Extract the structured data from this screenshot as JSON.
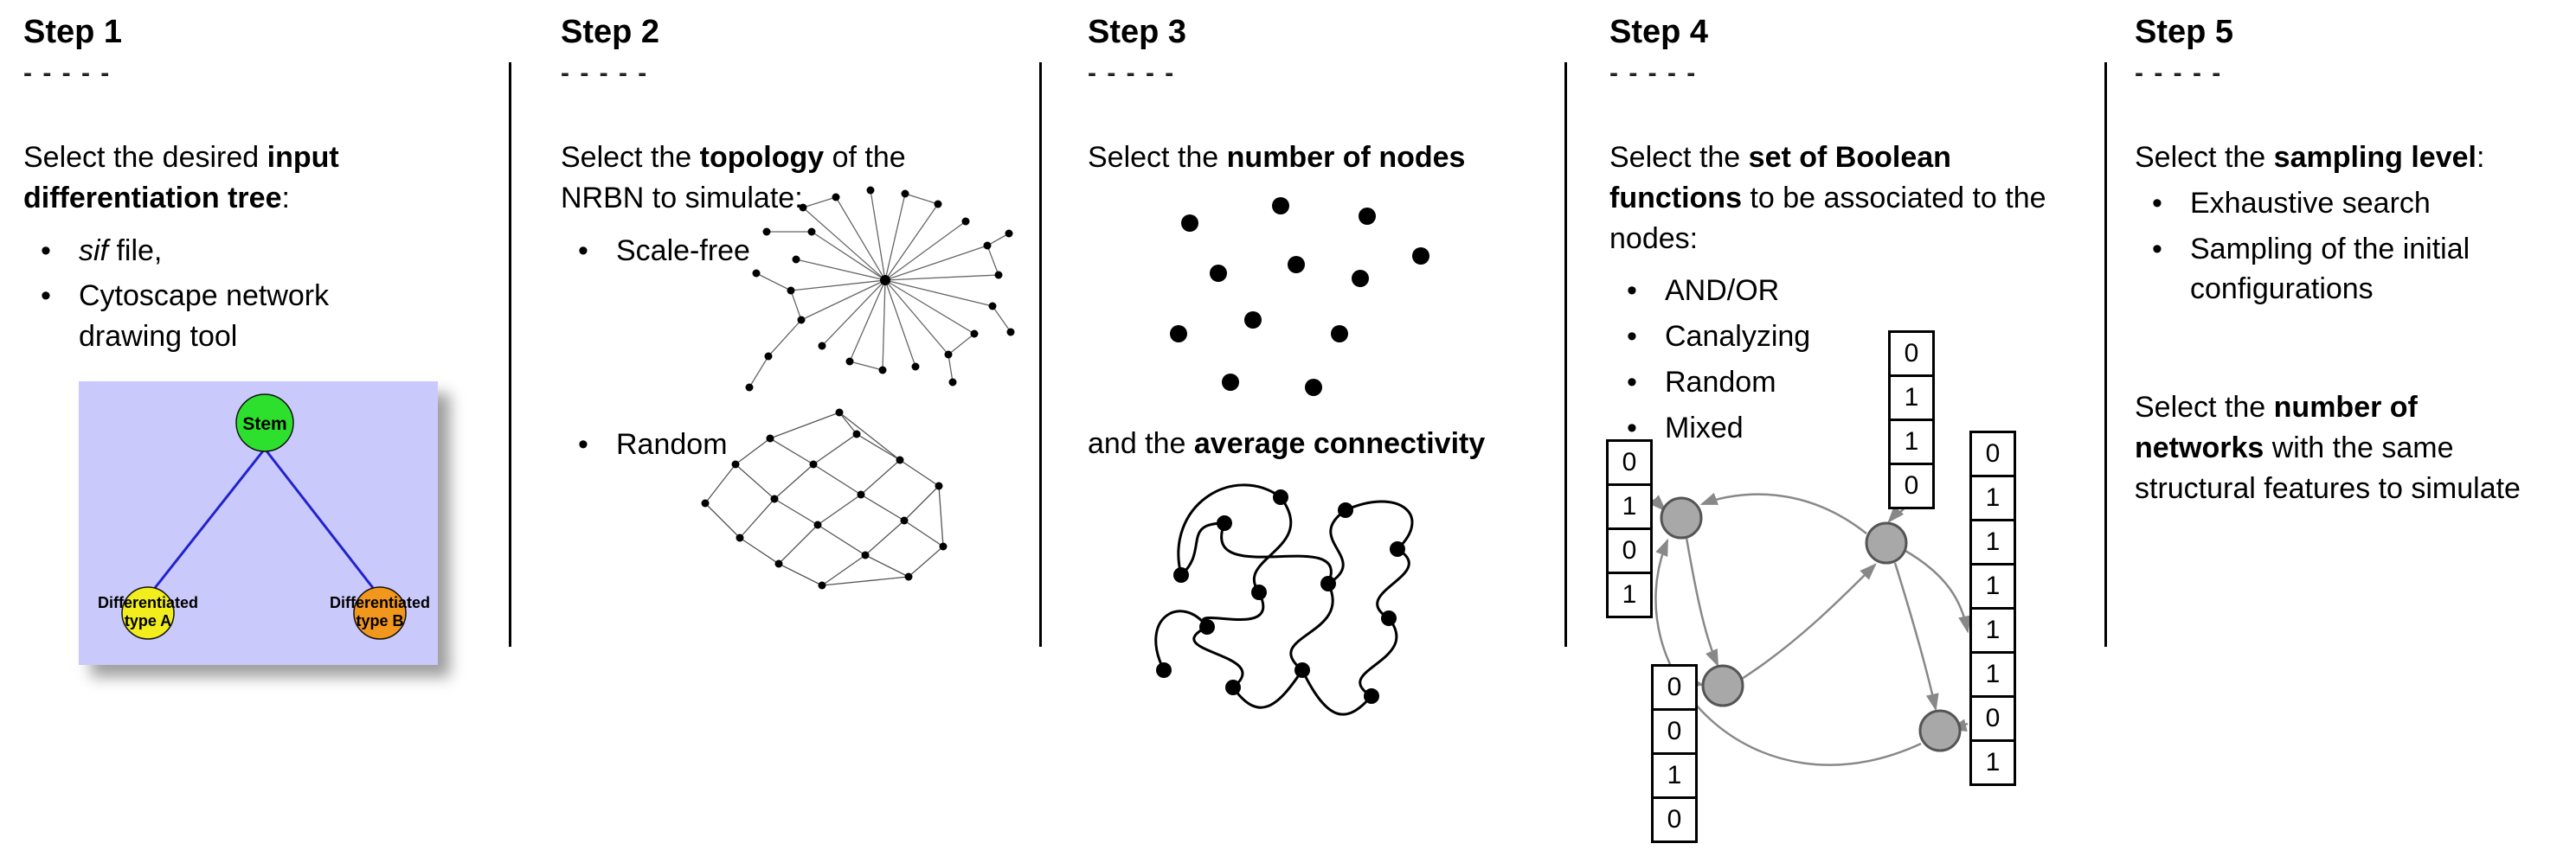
{
  "figure": {
    "divider_color": "#000000"
  },
  "step1": {
    "title": "Step 1",
    "dashes": "- - - - -",
    "intro_pre": "Select the desired ",
    "intro_bold": "input differentiation tree",
    "intro_post": ":",
    "bullet_sif_italic": "sif",
    "bullet_sif_rest": " file,",
    "bullet_cytoscape": "Cytoscape network drawing tool",
    "tree": {
      "stem_label": "Stem",
      "type_a_line1": "Differentiated",
      "type_a_line2": "type A",
      "type_b_line1": "Differentiated",
      "type_b_line2": "type B",
      "colors": {
        "background": "#c9c9fb",
        "stem": "#2ee02e",
        "type_a": "#f2ee1e",
        "type_b": "#f2971e",
        "edge": "#2222cc"
      }
    }
  },
  "step2": {
    "title": "Step 2",
    "dashes": "- - - - -",
    "intro_pre": "Select the ",
    "intro_bold": "topology",
    "intro_post": " of the NRBN to simulate:",
    "bullets": [
      "Scale-free",
      "Random"
    ]
  },
  "step3": {
    "title": "Step 3",
    "dashes": "- - - - -",
    "line1_pre": "Select the ",
    "line1_bold": "number of nodes",
    "line2_pre": "and the ",
    "line2_bold": "average connectivity"
  },
  "step4": {
    "title": "Step 4",
    "dashes": "- - - - -",
    "intro_pre": "Select the ",
    "intro_bold": "set of Boolean functions",
    "intro_post": " to be associated to the nodes:",
    "bullets": [
      "AND/OR",
      "Canalyzing",
      "Random",
      "Mixed"
    ],
    "truth_tables": {
      "left": [
        "0",
        "1",
        "0",
        "1"
      ],
      "top": [
        "0",
        "1",
        "1",
        "0"
      ],
      "bottom_left": [
        "0",
        "0",
        "1",
        "0"
      ],
      "right": [
        "0",
        "1",
        "1",
        "1",
        "1",
        "1",
        "0",
        "1"
      ]
    }
  },
  "step5": {
    "title": "Step 5",
    "dashes": "- - - - -",
    "intro_pre": "Select the ",
    "intro_bold": "sampling level",
    "intro_post": ":",
    "bullets": [
      "Exhaustive search",
      "Sampling of the initial configurations"
    ],
    "second_pre": "Select the ",
    "second_bold": "number of networks",
    "second_post": " with the same structural features to simulate"
  }
}
